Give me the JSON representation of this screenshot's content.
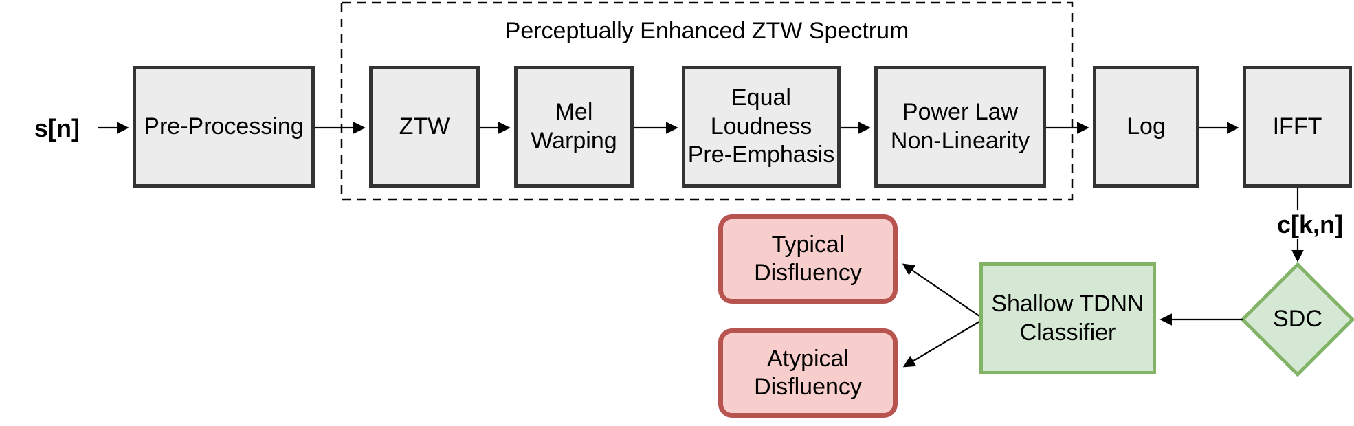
{
  "diagram": {
    "title": "Perceptually Enhanced ZTW Spectrum",
    "input_label": "s[n]",
    "coefficients_label": "c[k,n]",
    "nodes": {
      "pre_processing": "Pre-Processing",
      "ztw": "ZTW",
      "mel_warping": "Mel\nWarping",
      "equal_loudness": "Equal\nLoudness\nPre-Emphasis",
      "power_law": "Power Law\nNon-Linearity",
      "log": "Log",
      "ifft": "IFFT",
      "sdc": "SDC",
      "classifier": "Shallow TDNN\nClassifier",
      "typical": "Typical\nDisfluency",
      "atypical": "Atypical\nDisfluency"
    }
  },
  "colors": {
    "canvas-bg": "#ffffff",
    "text": "#000000",
    "arrow": "#000000",
    "process-fill": "#ececec",
    "process-stroke": "#333333",
    "green-fill": "#d5e8d4",
    "green-stroke": "#82b366",
    "red-fill": "#f8cecc",
    "red-stroke": "#b85450"
  }
}
